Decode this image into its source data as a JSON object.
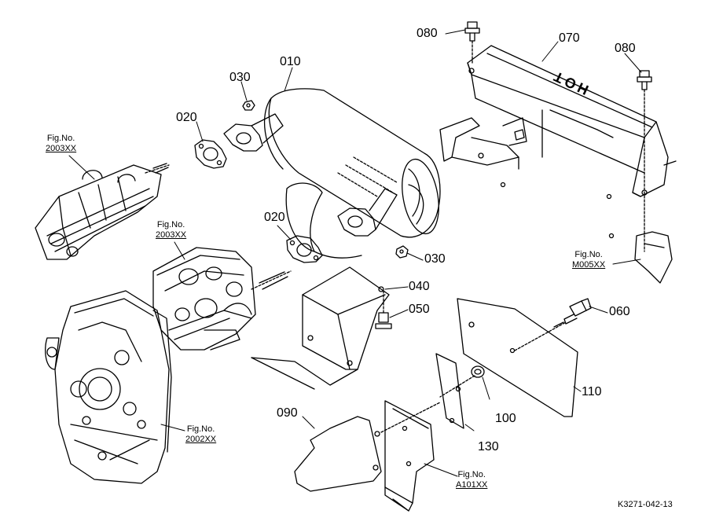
{
  "parts": {
    "p010": "010",
    "p020a": "020",
    "p020b": "020",
    "p030a": "030",
    "p030b": "030",
    "p040": "040",
    "p050": "050",
    "p060": "060",
    "p070": "070",
    "p080a": "080",
    "p080b": "080",
    "p090": "090",
    "p100": "100",
    "p110": "110",
    "p130": "130"
  },
  "refs": {
    "cylinder_head_upper": {
      "fig": "Fig.No.",
      "code": "2003XX"
    },
    "cylinder_head_mid": {
      "fig": "Fig.No.",
      "code": "2003XX"
    },
    "crankcase": {
      "fig": "Fig.No.",
      "code": "2002XX"
    },
    "frame": {
      "fig": "Fig.No.",
      "code": "M005XX"
    },
    "bracket": {
      "fig": "Fig.No.",
      "code": "A101XX"
    }
  },
  "cover_text": "HOT",
  "doc_id": "K3271-042-13"
}
